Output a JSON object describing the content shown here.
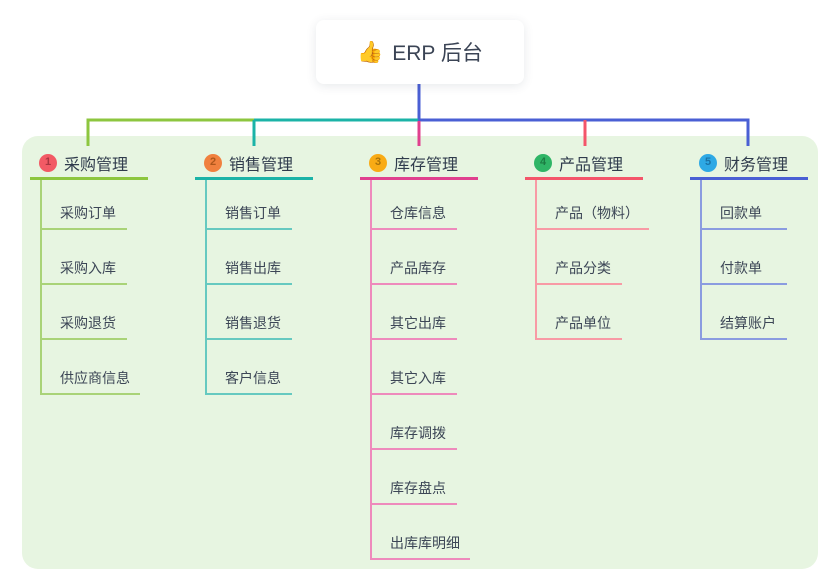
{
  "root": {
    "emoji": "👍",
    "label": "ERP 后台"
  },
  "colors": {
    "trunk": "#4a5fd4",
    "panel_bg": "#e7f5e1"
  },
  "branches": [
    {
      "number": "1",
      "label": "采购管理",
      "color": "#8dc63f",
      "light": "#a9d377",
      "badge_bg": "#f25a65",
      "badge_fg": "#a93540",
      "children": [
        "采购订单",
        "采购入库",
        "采购退货",
        "供应商信息"
      ]
    },
    {
      "number": "2",
      "label": "销售管理",
      "color": "#1bb3a7",
      "light": "#66c9c0",
      "badge_bg": "#f0803e",
      "badge_fg": "#ae561b",
      "children": [
        "销售订单",
        "销售出库",
        "销售退货",
        "客户信息"
      ]
    },
    {
      "number": "3",
      "label": "库存管理",
      "color": "#e0408e",
      "light": "#ee8abc",
      "badge_bg": "#f9ab15",
      "badge_fg": "#a9730a",
      "children": [
        "仓库信息",
        "产品库存",
        "其它出库",
        "其它入库",
        "库存调拨",
        "库存盘点",
        "出库库明细"
      ]
    },
    {
      "number": "4",
      "label": "产品管理",
      "color": "#f4556a",
      "light": "#f89aa5",
      "badge_bg": "#2fb566",
      "badge_fg": "#1c7c43",
      "children": [
        "产品（物料）",
        "产品分类",
        "产品单位"
      ]
    },
    {
      "number": "5",
      "label": "财务管理",
      "color": "#4a5fd4",
      "light": "#8b9ce0",
      "badge_bg": "#2ea9e5",
      "badge_fg": "#1a73a8",
      "children": [
        "回款单",
        "付款单",
        "结算账户"
      ]
    }
  ]
}
